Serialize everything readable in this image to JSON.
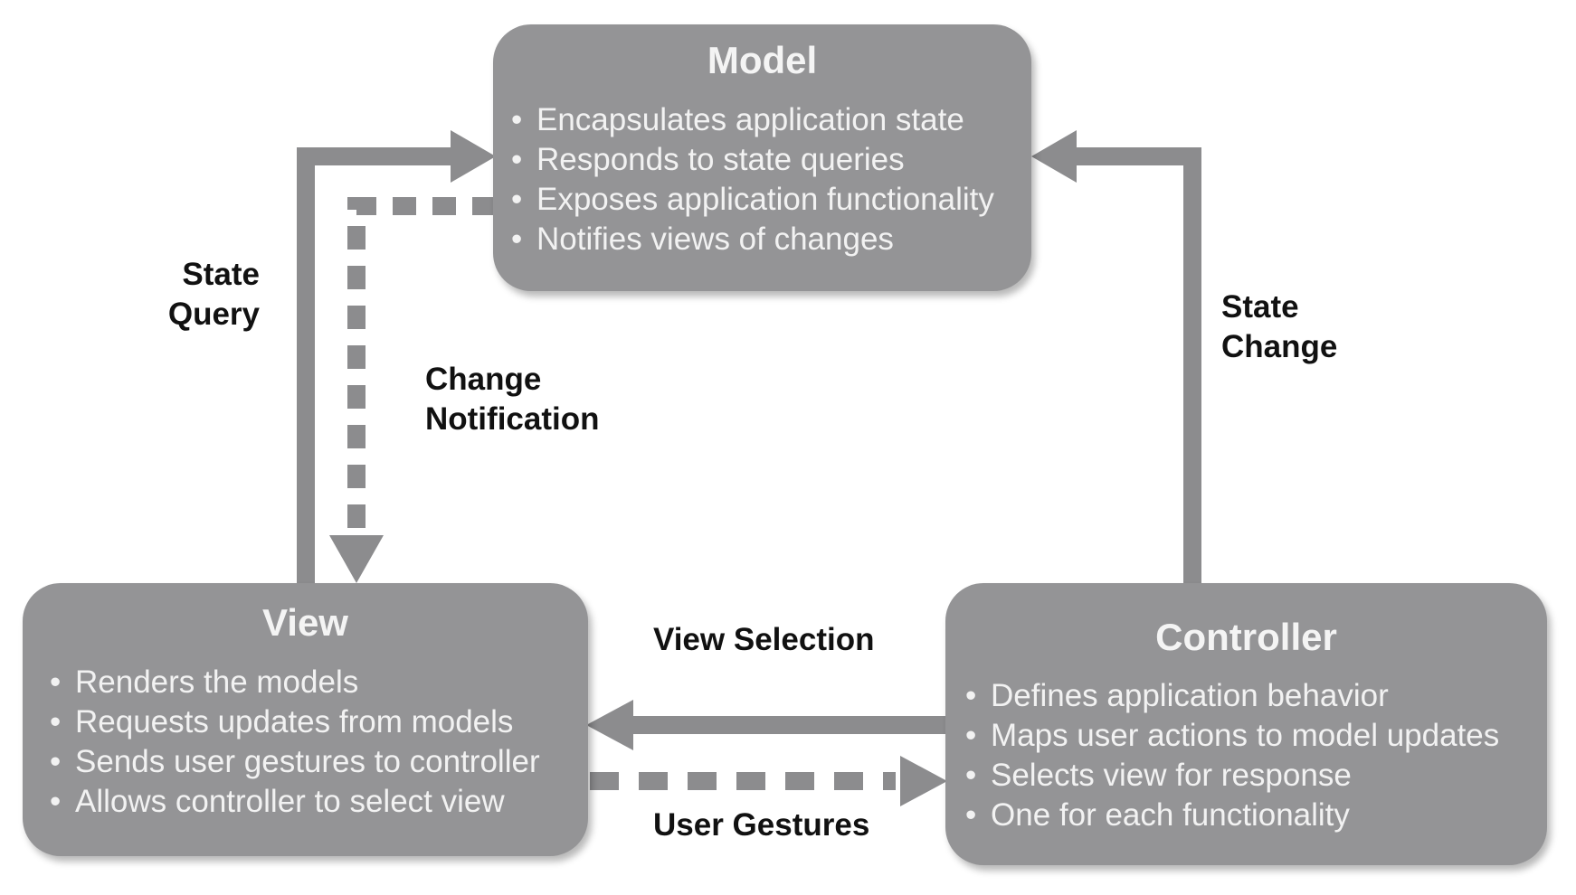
{
  "model": {
    "title": "Model",
    "items": [
      "Encapsulates application state",
      "Responds to state queries",
      "Exposes application functionality",
      "Notifies views of changes"
    ]
  },
  "view": {
    "title": "View",
    "items": [
      "Renders the models",
      "Requests updates from models",
      "Sends user gestures to controller",
      "Allows controller to select view"
    ]
  },
  "controller": {
    "title": "Controller",
    "items": [
      "Defines application behavior",
      "Maps user actions to model updates",
      "Selects view for response",
      "One for each functionality"
    ]
  },
  "arrows": {
    "state_query": {
      "line1": "State",
      "line2": "Query"
    },
    "change_notification": {
      "line1": "Change",
      "line2": "Notification"
    },
    "state_change": {
      "line1": "State",
      "line2": "Change"
    },
    "view_selection": "View Selection",
    "user_gestures": "User Gestures"
  },
  "colors": {
    "box_fill": "#949496",
    "arrow": "#8c8c8e",
    "box_text": "#f4f4f4",
    "label_text": "#111111"
  }
}
